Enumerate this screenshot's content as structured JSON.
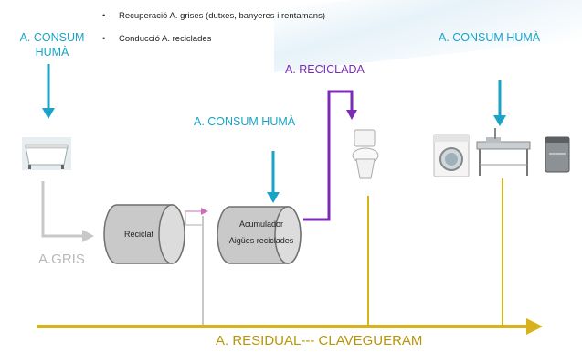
{
  "bullets": [
    "Recuperació A. grises (dutxes, banyeres i rentamans)",
    "Conducció A. reciclades"
  ],
  "labels": {
    "consum_huma_left_1": "A. CONSUM",
    "consum_huma_left_2": "HUMÀ",
    "consum_huma_right": "A. CONSUM HUMÀ",
    "consum_huma_mid": "A. CONSUM HUMÀ",
    "reciclada": "A. RECICLADA",
    "gris": "A.GRIS",
    "residual": "A. RESIDUAL--- CLAVEGUERAM"
  },
  "tanks": {
    "reciclat": "Reciclat",
    "acumulador_1": "Acumulador",
    "acumulador_2": "Aigües reciclades"
  },
  "colors": {
    "consum": "#1aa3c6",
    "reciclada": "#7b2bb5",
    "gris": "#c4c4c4",
    "residual": "#d8b21c"
  },
  "icons": [
    "bathtub-icon",
    "toilet-icon",
    "washing-machine-icon",
    "sink-icon",
    "dishwasher-icon"
  ]
}
